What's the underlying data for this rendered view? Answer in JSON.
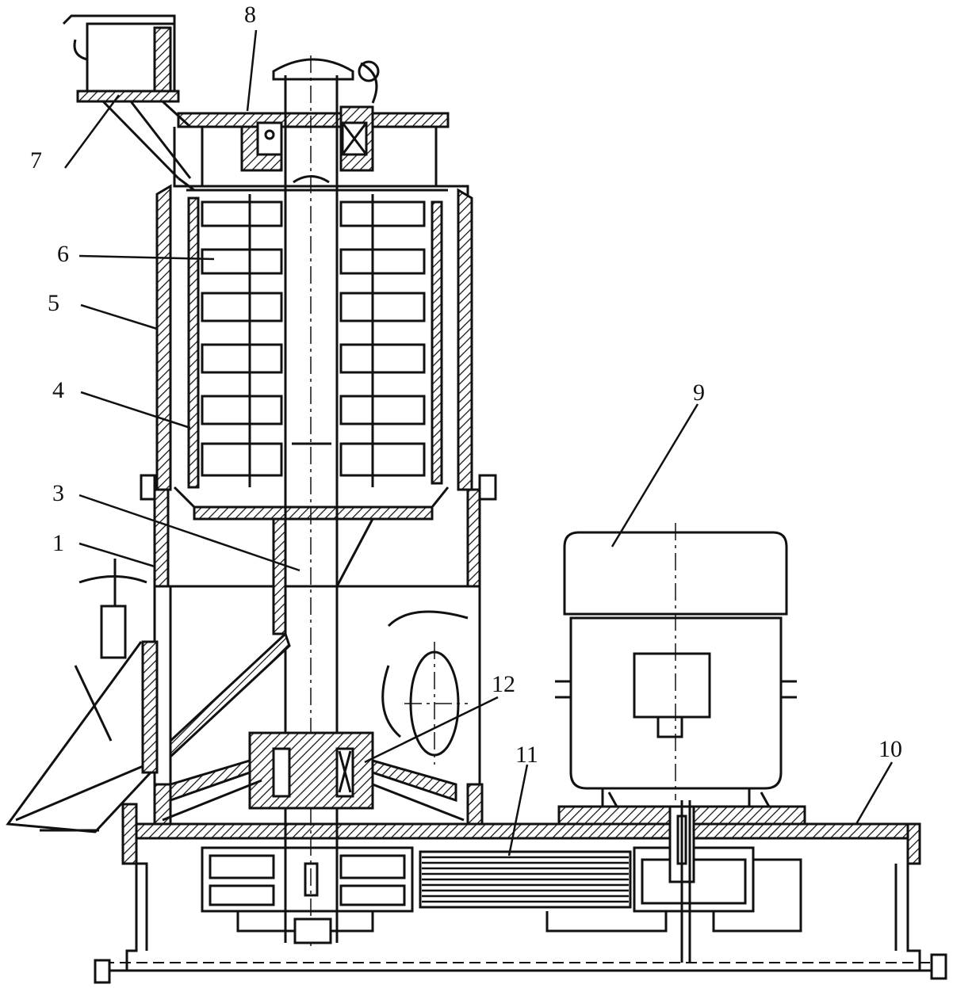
{
  "labels": {
    "l1": "1",
    "l3": "3",
    "l4": "4",
    "l5": "5",
    "l6": "6",
    "l7": "7",
    "l8": "8",
    "l9": "9",
    "l10": "10",
    "l11": "11",
    "l12": "12"
  }
}
